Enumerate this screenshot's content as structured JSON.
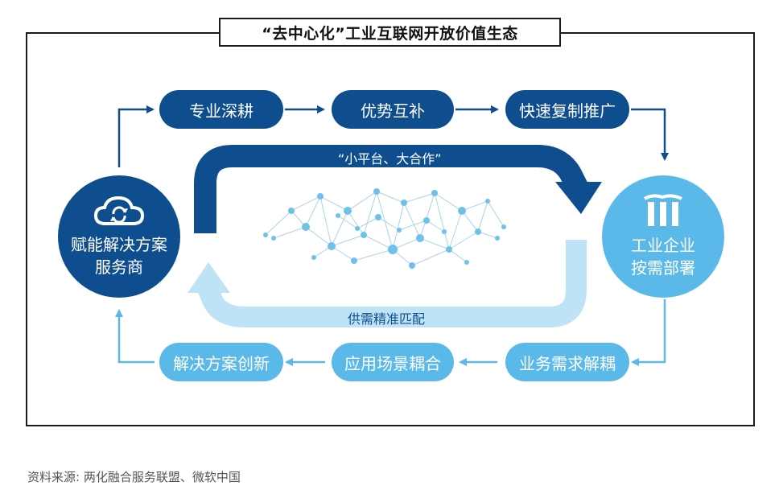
{
  "title": "“去中心化”工业互联网开放价值生态",
  "top_flow": [
    "专业深耕",
    "优势互补",
    "快速复制推广"
  ],
  "bottom_flow": [
    "业务需求解耦",
    "应用场景耦合",
    "解决方案创新"
  ],
  "left_node": {
    "line1": "赋能解决方案",
    "line2": "服务商",
    "icon": "cloud-sync-icon"
  },
  "right_node": {
    "line1": "工业企业",
    "line2": "按需部署",
    "icon": "factory-icon"
  },
  "top_loop_label": "“小平台、大合作”",
  "bottom_loop_label": "供需精准匹配",
  "source": "资料来源: 两化融合服务联盟、微软中国",
  "colors": {
    "dark": "#0e4e8e",
    "light": "#5ab9e8",
    "pale": "#bfe3f6"
  }
}
